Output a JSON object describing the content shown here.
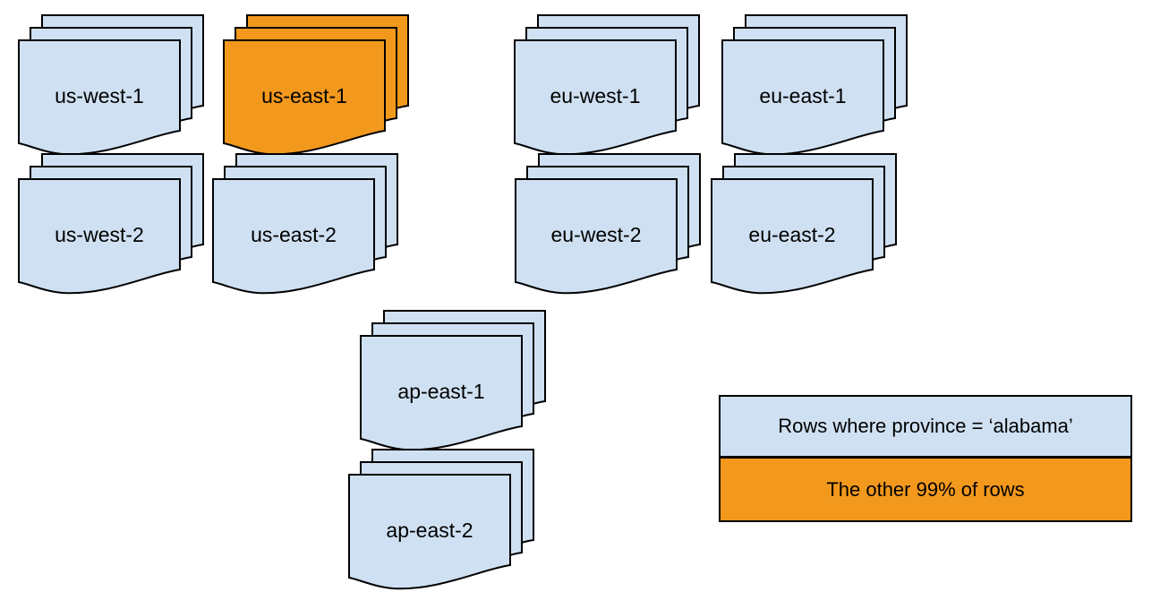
{
  "colors": {
    "blue": "#cfe0f2",
    "orange": "#f2991d",
    "outline": "#000000"
  },
  "stacks": [
    {
      "label": "us-west-1",
      "color": "blue"
    },
    {
      "label": "us-east-1",
      "color": "orange"
    },
    {
      "label": "eu-west-1",
      "color": "blue"
    },
    {
      "label": "eu-east-1",
      "color": "blue"
    },
    {
      "label": "us-west-2",
      "color": "blue"
    },
    {
      "label": "us-east-2",
      "color": "blue"
    },
    {
      "label": "eu-west-2",
      "color": "blue"
    },
    {
      "label": "eu-east-2",
      "color": "blue"
    },
    {
      "label": "ap-east-1",
      "color": "blue"
    },
    {
      "label": "ap-east-2",
      "color": "blue"
    }
  ],
  "legend": {
    "items": [
      {
        "label": "Rows where province = ‘alabama’",
        "color": "blue"
      },
      {
        "label": "The other 99% of rows",
        "color": "orange"
      }
    ]
  }
}
